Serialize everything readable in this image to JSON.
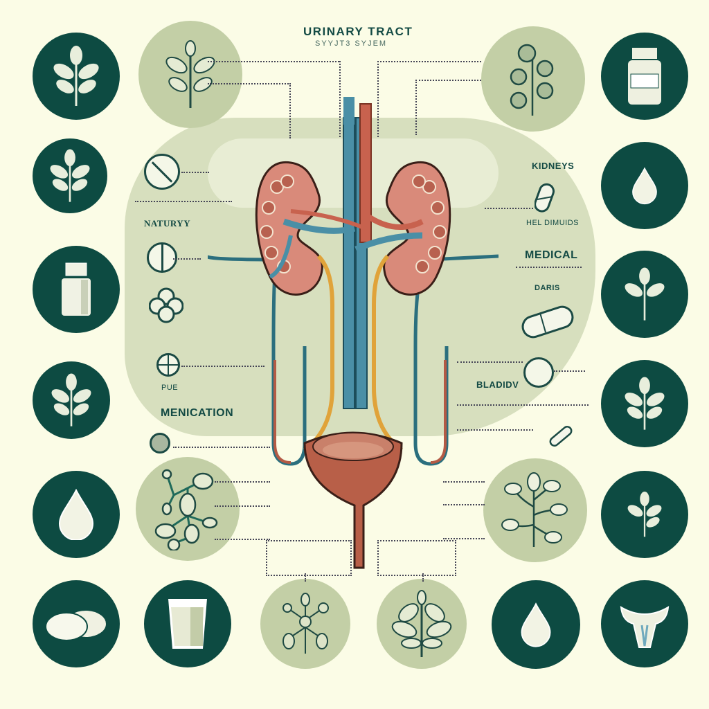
{
  "title": "URINARY TRACT",
  "subtitle": "SYYJT3 SYJEM",
  "labels": {
    "kidneys": "KIDNEYS",
    "kidneys_sub": "HEL DIMUIDS",
    "medical": "MEDICAL",
    "medical_sub": "DARIS",
    "bladder": "BLADIDV",
    "natural": "NATURYY",
    "pue": "PUE",
    "medication": "MENICATION"
  },
  "colors": {
    "background": "#fbfce6",
    "dark_circle": "#0d4b42",
    "light_circle": "#c3cfa6",
    "blob": "#d7dfbe",
    "kidney": "#d98a7a",
    "vein": "#4a8fa6",
    "artery": "#c8624e",
    "ureter": "#e0a33a",
    "bladder": "#b85f48"
  },
  "icons": {
    "left_column": [
      "leaf-plant-icon",
      "leaf-plant-icon",
      "medicine-bottle-icon",
      "leaf-plant-icon",
      "water-drop-icon",
      "pills-icon"
    ],
    "right_column": [
      "pill-bottle-icon",
      "water-drop-icon",
      "leaf-plant-icon",
      "leaf-plant-icon",
      "leaf-plant-icon",
      "uterus-icon"
    ],
    "bottom_row": [
      "pills-icon",
      "water-glass-icon",
      "berry-branch-icon",
      "leaf-branch-icon",
      "water-drop-icon",
      "uterus-icon"
    ],
    "inner": [
      "herb-sprig-icon",
      "berry-sprig-icon",
      "berry-cluster-icon",
      "bud-branch-icon"
    ]
  }
}
